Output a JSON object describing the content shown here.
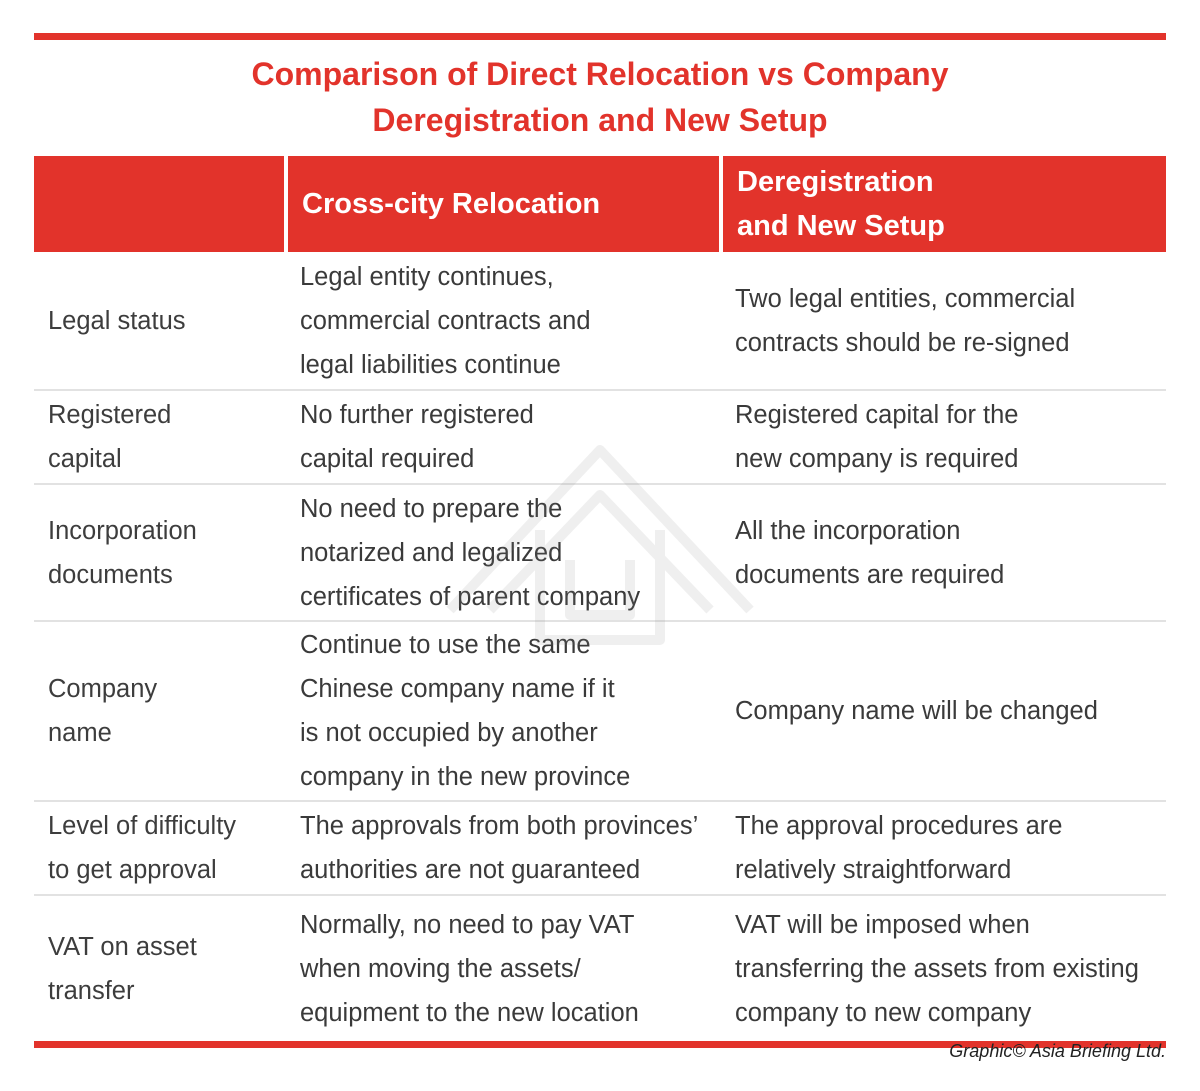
{
  "title": {
    "line1": "Comparison of Direct Relocation vs Company",
    "line2": "Deregistration and New Setup"
  },
  "table": {
    "headers": [
      "",
      "Cross-city Relocation",
      [
        "Deregistration",
        "and New Setup"
      ]
    ],
    "rows": [
      {
        "label": [
          "Legal status"
        ],
        "relocation": [
          "Legal entity continues,",
          "commercial contracts and",
          "legal liabilities continue"
        ],
        "new_setup": [
          "Two legal entities, commercial",
          "contracts should be re-signed"
        ]
      },
      {
        "label": [
          "Registered",
          "capital"
        ],
        "relocation": [
          "No further registered",
          "capital required"
        ],
        "new_setup": [
          "Registered capital for the",
          "new company is required"
        ]
      },
      {
        "label": [
          "Incorporation",
          "documents"
        ],
        "relocation": [
          "No need to prepare the",
          "notarized and legalized",
          "certificates of parent company"
        ],
        "new_setup": [
          "All the incorporation",
          "documents are required"
        ]
      },
      {
        "label": [
          "Company",
          "name"
        ],
        "relocation": [
          "Continue to use the same",
          "Chinese company name if it",
          "is not occupied by another",
          "company in the new province"
        ],
        "new_setup": [
          "Company name will be changed"
        ]
      },
      {
        "label": [
          "Level of difficulty",
          "to get approval"
        ],
        "relocation": [
          "The approvals from both provinces’",
          "authorities are not guaranteed"
        ],
        "new_setup": [
          "The approval procedures are",
          "relatively straightforward"
        ]
      },
      {
        "label": [
          "VAT on asset",
          "transfer"
        ],
        "relocation": [
          "Normally, no need to pay VAT",
          "when moving the assets/",
          "equipment to the new location"
        ],
        "new_setup": [
          "VAT will be imposed when",
          "transferring the assets from existing",
          "company to new company"
        ]
      }
    ]
  },
  "credit": "Graphic© Asia Briefing Ltd.",
  "colors": {
    "accent": "#e2332b",
    "text": "#3a3a3a",
    "divider": "#e2e2e2"
  }
}
